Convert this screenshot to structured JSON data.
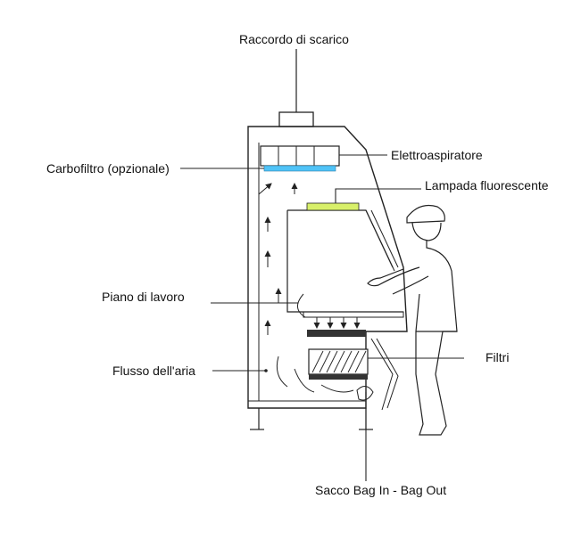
{
  "labels": {
    "exhaust_fitting": "Raccordo di scarico",
    "electric_fan": "Elettroaspiratore",
    "carbon_filter": "Carbofiltro (opzionale)",
    "fluorescent_lamp": "Lampada fluorescente",
    "work_surface": "Piano di lavoro",
    "air_flow": "Flusso dell'aria",
    "filters": "Filtri",
    "bag_in_bag_out": "Sacco Bag In - Bag Out"
  },
  "colors": {
    "carbon_filter": "#4fc3f7",
    "lamp": "#d8f06a",
    "line": "#222222",
    "filter_dark": "#333333"
  }
}
